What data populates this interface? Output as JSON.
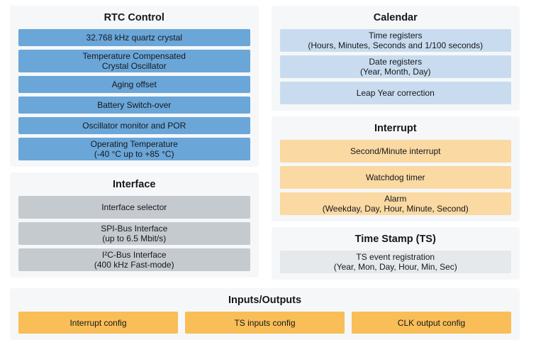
{
  "colors": {
    "panel_bg": "#f5f7f9",
    "blue": "#6ba6d8",
    "light_blue": "#c9dcef",
    "gray": "#c5cace",
    "light_gray": "#e6e9eb",
    "pale_orange": "#fad9a2",
    "orange": "#f9be57",
    "text": "#16181c"
  },
  "panels": {
    "rtc_control": {
      "title": "RTC Control",
      "items": [
        {
          "line1": "32.768 kHz quartz crystal"
        },
        {
          "line1": "Temperature Compensated",
          "line2": "Crystal Oscillator"
        },
        {
          "line1": "Aging offset"
        },
        {
          "line1": "Battery Switch-over"
        },
        {
          "line1": "Oscillator monitor and POR"
        },
        {
          "line1": "Operating Temperature",
          "line2": "(-40 °C up to +85 °C)"
        }
      ]
    },
    "interface": {
      "title": "Interface",
      "items": [
        {
          "line1": "Interface selector"
        },
        {
          "line1": "SPI-Bus Interface",
          "line2": "(up to 6.5 Mbit/s)"
        },
        {
          "line1": "I²C-Bus Interface",
          "line2": "(400 kHz Fast-mode)"
        }
      ]
    },
    "calendar": {
      "title": "Calendar",
      "items": [
        {
          "line1": "Time registers",
          "line2": "(Hours, Minutes, Seconds and 1/100 seconds)"
        },
        {
          "line1": "Date registers",
          "line2": "(Year, Month, Day)"
        },
        {
          "line1": "Leap Year correction"
        }
      ]
    },
    "interrupt": {
      "title": "Interrupt",
      "items": [
        {
          "line1": "Second/Minute interrupt"
        },
        {
          "line1": "Watchdog timer"
        },
        {
          "line1": "Alarm",
          "line2": "(Weekday, Day, Hour, Minute, Second)"
        }
      ]
    },
    "time_stamp": {
      "title": "Time Stamp (TS)",
      "items": [
        {
          "line1": "TS event registration",
          "line2": "(Year, Mon, Day, Hour, Min, Sec)"
        }
      ]
    },
    "inputs_outputs": {
      "title": "Inputs/Outputs",
      "items": [
        {
          "line1": "Interrupt config"
        },
        {
          "line1": "TS inputs config"
        },
        {
          "line1": "CLK output config"
        }
      ]
    }
  }
}
